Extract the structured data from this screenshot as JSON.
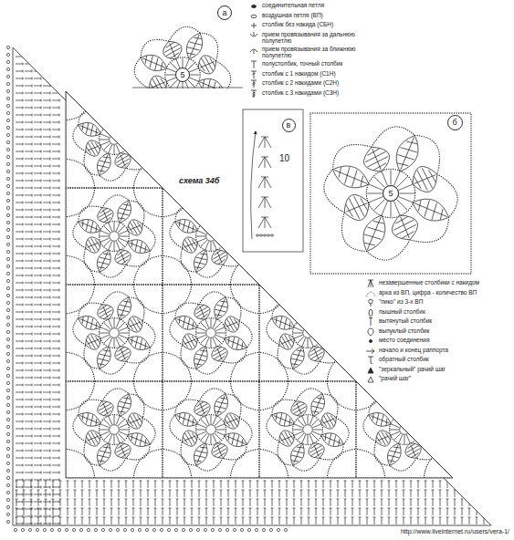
{
  "diagram": {
    "nodes": [
      {
        "text": [
          "а"
        ]
      },
      {
        "text": [
          "5"
        ]
      },
      {
        "text": [
          "б"
        ]
      },
      {
        "text": [
          "5"
        ]
      },
      {
        "text": [
          "в"
        ]
      }
    ],
    "labels": [
      "схема 34б",
      "10",
      "http://www.liveinternet.ru/users/vera-1/"
    ],
    "legend": [
      {
        "text": "соединительная петля"
      },
      {
        "text": "воздушная петля (ВП)"
      },
      {
        "text": "столбик без накида (СБН)"
      },
      {
        "text": "прием провязывания за дальнюю полупетлю"
      },
      {
        "text": "прием провязывания за ближнюю полупетлю"
      },
      {
        "text": "полустолбик, точный столбик"
      },
      {
        "text": "столбик с 1 накидом (С1Н)"
      },
      {
        "text": "столбик с 2 накидами (С2Н)"
      },
      {
        "text": "столбик с 3 накидами (С3Н)"
      },
      {
        "text": "незавершенные столбики с накидом"
      },
      {
        "text": "арка из ВП, цифра - количество ВП"
      },
      {
        "text": "\"пико\" из 3-х ВП"
      },
      {
        "text": "пышный столбик"
      },
      {
        "text": "вытянутый столбик"
      },
      {
        "text": "выпуклый столбик"
      },
      {
        "text": "место соединения"
      },
      {
        "text": "начало и конец раппорта"
      },
      {
        "text": "обратный столбик"
      },
      {
        "text": "\"зеркальный\" рачий шаг"
      },
      {
        "text": "\"рачий шаг\""
      }
    ]
  }
}
